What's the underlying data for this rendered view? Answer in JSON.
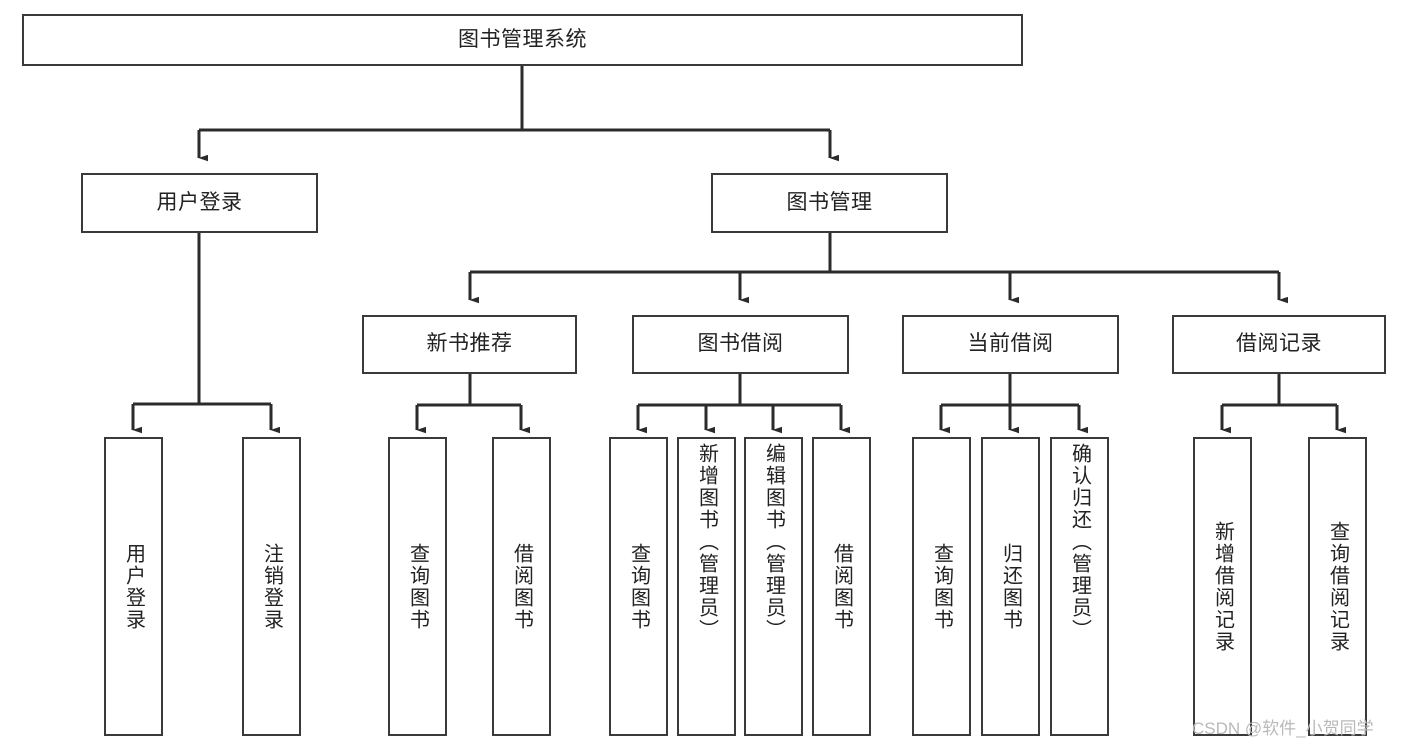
{
  "diagram": {
    "title": "图书管理系统",
    "type": "hierarchy-tree",
    "colors": {
      "node_border": "#3a3a3a",
      "node_fill": "#ffffff",
      "edge": "#2b2b2b",
      "text": "#222222",
      "watermark": "#b9b9b9",
      "background": "#ffffff"
    },
    "watermark": "CSDN @软件_小贺同学",
    "levels": {
      "root": {
        "label": "图书管理系统"
      },
      "level2": [
        {
          "label": "用户登录"
        },
        {
          "label": "图书管理"
        }
      ],
      "level3": [
        {
          "label": "新书推荐"
        },
        {
          "label": "图书借阅"
        },
        {
          "label": "当前借阅"
        },
        {
          "label": "借阅记录"
        }
      ],
      "leaves": {
        "user_login": [
          {
            "label": "用户登录"
          },
          {
            "label": "注销登录"
          }
        ],
        "new_book_recommend": [
          {
            "label": "查询图书"
          },
          {
            "label": "借阅图书"
          }
        ],
        "book_borrow": [
          {
            "label": "查询图书"
          },
          {
            "label": "新增图书（管理员）"
          },
          {
            "label": "编辑图书（管理员）"
          },
          {
            "label": "借阅图书"
          }
        ],
        "current_borrow": [
          {
            "label": "查询图书"
          },
          {
            "label": "归还图书"
          },
          {
            "label": "确认归还（管理员）"
          }
        ],
        "borrow_record": [
          {
            "label": "新增借阅记录"
          },
          {
            "label": "查询借阅记录"
          }
        ]
      }
    }
  }
}
